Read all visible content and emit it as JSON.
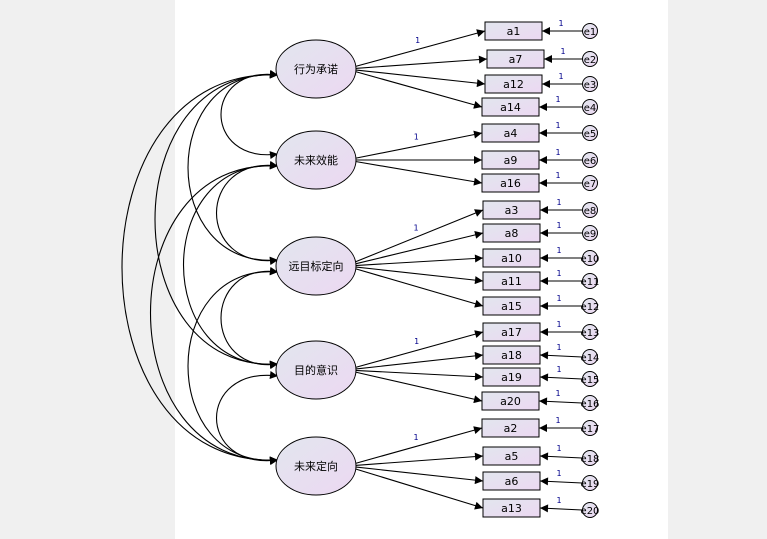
{
  "colors": {
    "background": "#f0f0f0",
    "canvas": "#ffffff",
    "node_fill_start": "#e2e6ee",
    "node_fill_end": "#ecd8f2",
    "stroke": "#000000",
    "fixed_label": "#00008b"
  },
  "fixed_loading_label": "1",
  "latents": [
    {
      "name": "行为承诺",
      "indicators": [
        {
          "label": "a1",
          "error": "e1"
        },
        {
          "label": "a7",
          "error": "e2"
        },
        {
          "label": "a12",
          "error": "e3"
        },
        {
          "label": "a14",
          "error": "e4"
        }
      ]
    },
    {
      "name": "未来效能",
      "indicators": [
        {
          "label": "a4",
          "error": "e5"
        },
        {
          "label": "a9",
          "error": "e6"
        },
        {
          "label": "a16",
          "error": "e7"
        }
      ]
    },
    {
      "name": "远目标定向",
      "indicators": [
        {
          "label": "a3",
          "error": "e8"
        },
        {
          "label": "a8",
          "error": "e9"
        },
        {
          "label": "a10",
          "error": "e10"
        },
        {
          "label": "a11",
          "error": "e11"
        },
        {
          "label": "a15",
          "error": "e12"
        }
      ]
    },
    {
      "name": "目的意识",
      "indicators": [
        {
          "label": "a17",
          "error": "e13"
        },
        {
          "label": "a18",
          "error": "e14"
        },
        {
          "label": "a19",
          "error": "e15"
        },
        {
          "label": "a20",
          "error": "e16"
        }
      ]
    },
    {
      "name": "未来定向",
      "indicators": [
        {
          "label": "a2",
          "error": "e17"
        },
        {
          "label": "a5",
          "error": "e18"
        },
        {
          "label": "a6",
          "error": "e19"
        },
        {
          "label": "a13",
          "error": "e20"
        }
      ]
    }
  ]
}
